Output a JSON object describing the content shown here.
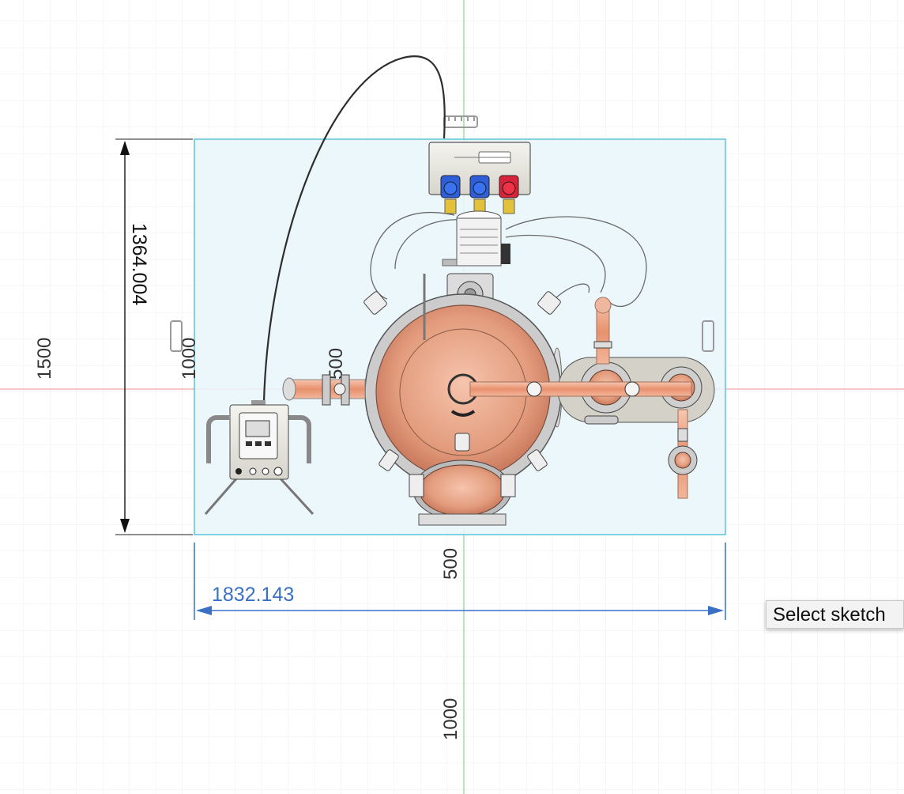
{
  "viewport": {
    "axis_labels": {
      "x_500": "500",
      "x_1000": "1000",
      "y_500": "500",
      "y_1000": "1000",
      "y_1500": "1500"
    }
  },
  "dimensions": {
    "height_value": "1364.004",
    "width_value": "1832.143"
  },
  "tooltip": {
    "text": "Select sketch"
  },
  "colors": {
    "grid": "#e6e6e6",
    "x_axis": "#f0a0a0",
    "y_axis": "#8fd18f",
    "sketch_fill": "#e8f6fb",
    "sketch_stroke": "#5bc3dd",
    "dimension_active": "#3a6fc6",
    "copper": "#e7a07f"
  },
  "icons": [
    "ruler-icon",
    "tank-icon",
    "control-box-icon",
    "motor-icon",
    "valve-icon",
    "controller-icon"
  ]
}
